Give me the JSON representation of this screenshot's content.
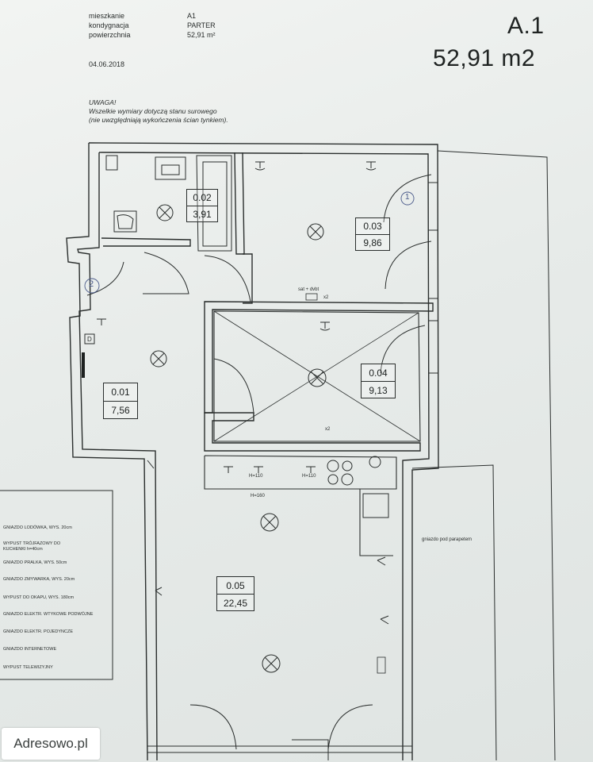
{
  "header": {
    "labels": [
      "mieszkanie",
      "kondygnacja",
      "powierzchnia"
    ],
    "values": [
      "A1",
      "PARTER",
      "52,91  m²"
    ],
    "date": "04.06.2018",
    "unit_code": "A.1",
    "unit_area": "52,91 m2"
  },
  "notice": {
    "title": "UWAGA!",
    "line1": "Wszelkie wymiary dotyczą stanu surowego",
    "line2": "(nie uwzględniają wykończenia ścian tynkiem)."
  },
  "rooms": [
    {
      "id": "0.01",
      "area": "7,56"
    },
    {
      "id": "0.02",
      "area": "3,91"
    },
    {
      "id": "0.03",
      "area": "9,86"
    },
    {
      "id": "0.04",
      "area": "9,13"
    },
    {
      "id": "0.05",
      "area": "22,45"
    }
  ],
  "annotations": {
    "sat_dvbt": "sat + dvbt",
    "h110_a": "H=110",
    "h110_b": "H=110",
    "h160": "H=160",
    "x2_a": "x2",
    "x2_b": "x2",
    "socket_note": "gniazdo pod parapetem",
    "d_label": "D",
    "door_1": "1",
    "door_2": "2"
  },
  "legend": [
    "GNIAZDO LODÓWKA, WYS. 20cm",
    "WYPUST TRÓJFAZOWY DO",
    "KUCHENKI h=40cm",
    "GNIAZDO PRALKA, WYS. 50cm",
    "GNIAZDO ZMYWARKA, WYS. 20cm",
    "WYPUST DO OKAPU, WYS. 180cm",
    "GNIAZDO ELEKTR. WTYKOWE PODWÓJNE",
    "GNIAZDO ELEKTR. POJEDYNCZE",
    "GNIAZDO INTERNETOWE",
    "WYPUST TELEWIZYJNY"
  ],
  "watermark": "Adresowo.pl"
}
